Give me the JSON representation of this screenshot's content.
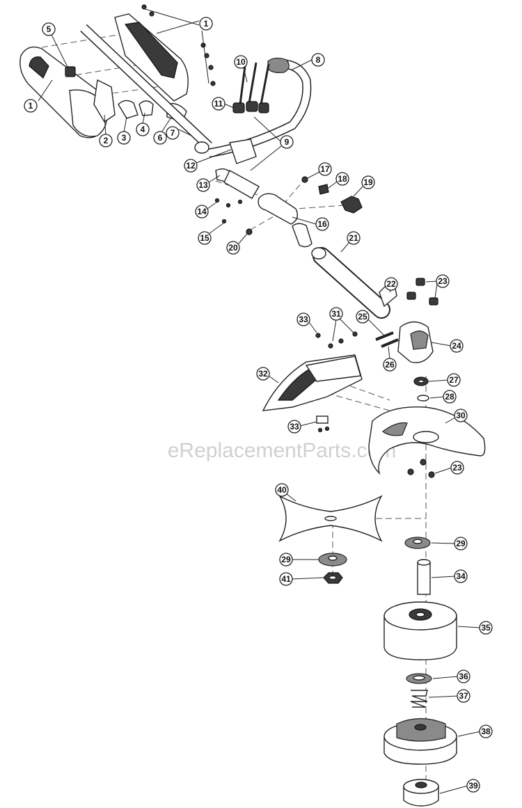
{
  "watermark": "eReplacementParts.com",
  "callouts": [
    {
      "label": "1"
    },
    {
      "label": "1"
    },
    {
      "label": "2"
    },
    {
      "label": "3"
    },
    {
      "label": "4"
    },
    {
      "label": "5"
    },
    {
      "label": "6"
    },
    {
      "label": "7"
    },
    {
      "label": "8"
    },
    {
      "label": "9"
    },
    {
      "label": "10"
    },
    {
      "label": "11"
    },
    {
      "label": "12"
    },
    {
      "label": "13"
    },
    {
      "label": "14"
    },
    {
      "label": "15"
    },
    {
      "label": "16"
    },
    {
      "label": "17"
    },
    {
      "label": "18"
    },
    {
      "label": "19"
    },
    {
      "label": "20"
    },
    {
      "label": "21"
    },
    {
      "label": "22"
    },
    {
      "label": "23"
    },
    {
      "label": "24"
    },
    {
      "label": "25"
    },
    {
      "label": "26"
    },
    {
      "label": "27"
    },
    {
      "label": "28"
    },
    {
      "label": "30"
    },
    {
      "label": "31"
    },
    {
      "label": "32"
    },
    {
      "label": "33"
    },
    {
      "label": "33"
    },
    {
      "label": "23"
    },
    {
      "label": "40"
    },
    {
      "label": "29"
    },
    {
      "label": "29"
    },
    {
      "label": "41"
    },
    {
      "label": "34"
    },
    {
      "label": "35"
    },
    {
      "label": "36"
    },
    {
      "label": "37"
    },
    {
      "label": "38"
    },
    {
      "label": "39"
    }
  ]
}
